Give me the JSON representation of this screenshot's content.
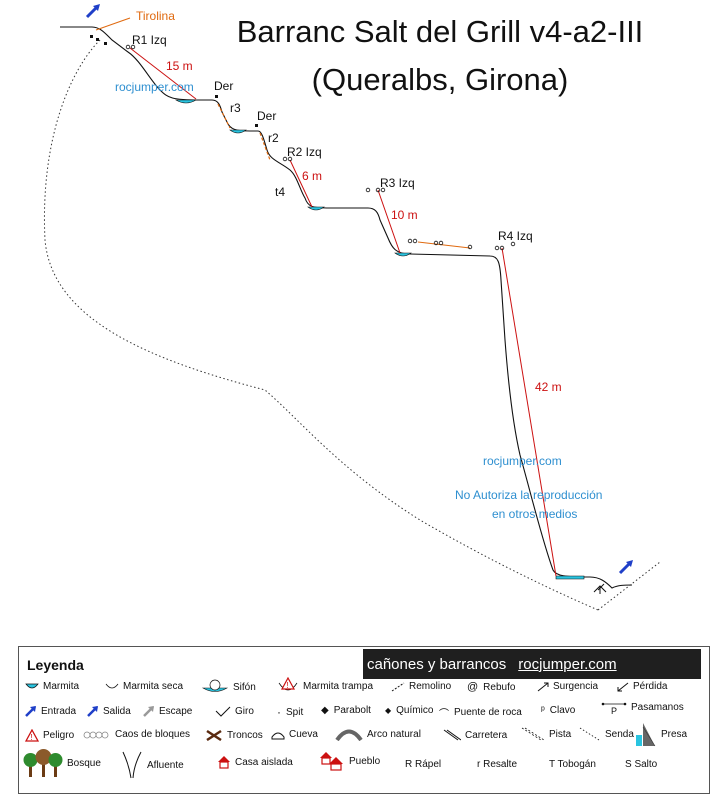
{
  "title": {
    "line1": "Barranc Salt del Grill v4-a2-III",
    "line2": "(Queralbs, Girona)"
  },
  "diagram": {
    "labels": {
      "tirolina": "Tirolina",
      "r1": "R1 Izq",
      "r1_len": "15 m",
      "der1": "Der",
      "r3": "r3",
      "der2": "Der",
      "r2": "r2",
      "R2": "R2 Izq",
      "R2_len": "6 m",
      "t4": "t4",
      "R3": "R3 Izq",
      "R3_len": "10 m",
      "R4": "R4 Izq",
      "R4_len": "42 m"
    },
    "watermarks": {
      "site1": "rocjumper.com",
      "site2": "rocjumper.com",
      "notice_line1": "No Autoriza la reproducción",
      "notice_line2": "en otros medios"
    },
    "colors": {
      "rope": "#cc1111",
      "zipline": "#e06a10",
      "water": "#29c4e0",
      "terrain": "#111111",
      "arrow": "#1f3fc8"
    }
  },
  "legend": {
    "title": "Leyenda",
    "brand": "cañones y barrancos",
    "brand_site": "rocjumper.com",
    "items": {
      "marmita": "Marmita",
      "marmita_seca": "Marmita seca",
      "sifon": "Sifón",
      "marmita_trampa": "Marmita trampa",
      "remolino": "Remolino",
      "rebufo": "Rebufo",
      "surgencia": "Surgencia",
      "perdida": "Pérdida",
      "entrada": "Entrada",
      "salida": "Salida",
      "escape": "Escape",
      "giro": "Giro",
      "spit": "Spit",
      "parabolt": "Parabolt",
      "quimico": "Químico",
      "puente_roca": "Puente de roca",
      "clavo": "Clavo",
      "pasamanos": "Pasamanos",
      "peligro": "Peligro",
      "caos": "Caos de bloques",
      "troncos": "Troncos",
      "cueva": "Cueva",
      "arco": "Arco natural",
      "carretera": "Carretera",
      "pista": "Pista",
      "senda": "Senda",
      "presa": "Presa",
      "bosque": "Bosque",
      "afluente": "Afluente",
      "casa": "Casa aislada",
      "pueblo": "Pueblo",
      "rapel": "R Rápel",
      "resalte": "r Resalte",
      "tobogan": "T Tobogán",
      "salto": "S Salto",
      "pasamanos_letter": "P"
    }
  }
}
